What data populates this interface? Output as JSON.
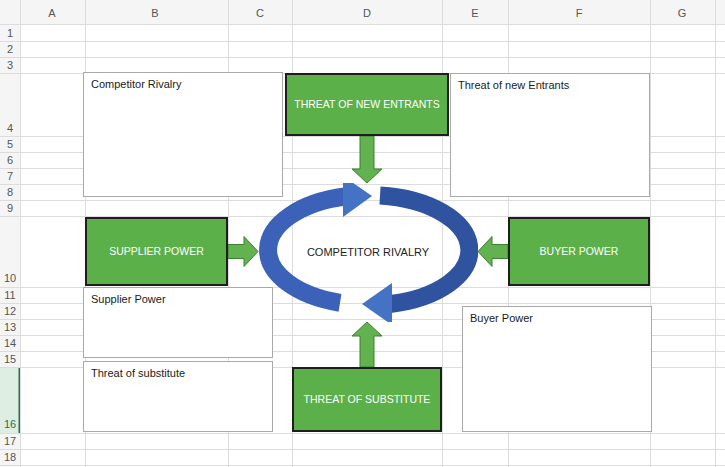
{
  "diagram": {
    "nodes": [
      {
        "text": [
          "Competitor Rivalry"
        ]
      },
      {
        "text": [
          "THREAT OF NEW ENTRANTS"
        ]
      },
      {
        "text": [
          "Threat of new Entrants"
        ]
      },
      {
        "text": [
          "SUPPLIER POWER"
        ]
      },
      {
        "text": [
          "COMPETITOR RIVALRY"
        ]
      },
      {
        "text": [
          "BUYER POWER"
        ]
      },
      {
        "text": [
          "Supplier Power"
        ]
      },
      {
        "text": [
          "Buyer Power"
        ]
      },
      {
        "text": [
          "Threat of substitute"
        ]
      },
      {
        "text": [
          "THREAT OF SUBSTITUTE"
        ]
      }
    ],
    "edges": [
      {
        "from": 1,
        "to": 4,
        "arrow": "to"
      },
      {
        "from": 3,
        "to": 4,
        "arrow": "to"
      },
      {
        "from": 5,
        "to": 4,
        "arrow": "to"
      },
      {
        "from": 9,
        "to": 4,
        "arrow": "to"
      }
    ],
    "labels": [
      "A",
      "B",
      "C",
      "D",
      "E",
      "F",
      "G",
      "1",
      "2",
      "3",
      "4",
      "5",
      "6",
      "7",
      "8",
      "9",
      "10",
      "11",
      "12",
      "13",
      "14",
      "15",
      "16",
      "17",
      "18"
    ]
  }
}
